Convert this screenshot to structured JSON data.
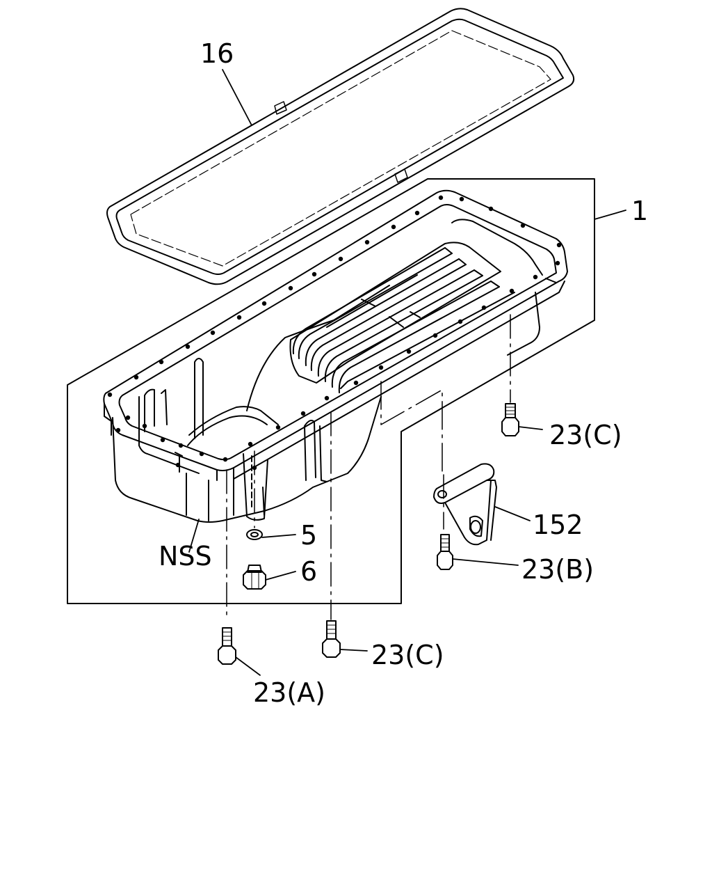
{
  "diagram": {
    "callouts": {
      "gasket": "16",
      "oil_pan": "1",
      "bolt_c_right": "23(C)",
      "bracket": "152",
      "drain_washer": "5",
      "drain_plug": "6",
      "bolt_b": "23(B)",
      "nss": "NSS",
      "bolt_c_bottom": "23(C)",
      "bolt_a": "23(A)"
    }
  }
}
